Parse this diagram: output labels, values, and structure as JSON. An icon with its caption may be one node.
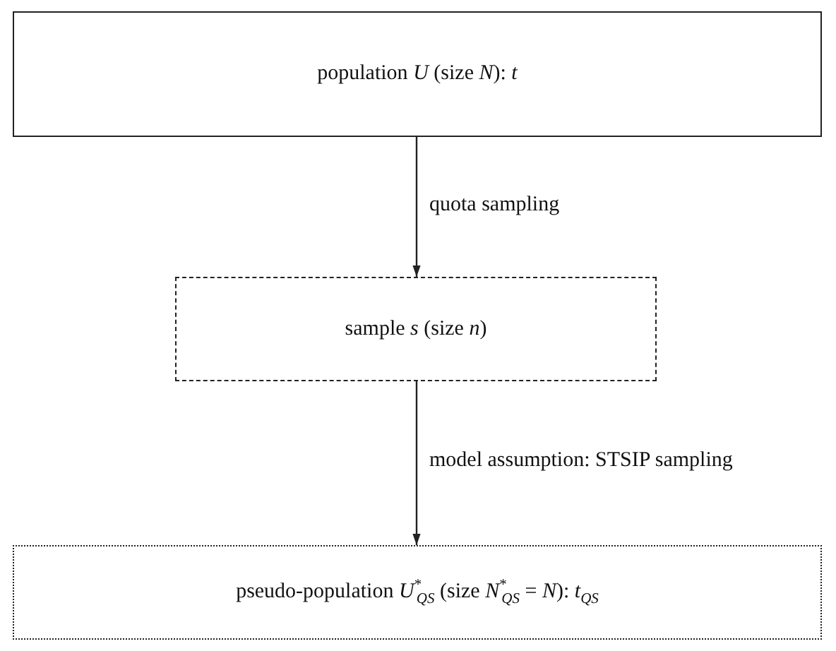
{
  "diagram": {
    "nodes": [
      {
        "text": [
          "population *U* (size *N*): *t*"
        ]
      },
      {
        "text": [
          "sample *s* (size *n*)"
        ]
      },
      {
        "text": [
          "pseudo-population *U*$^{*}$$_{QS}$ (size *N*$^{*}$$_{QS}$ = *N*): *t*$_{QS}$"
        ]
      }
    ],
    "edges": [
      {
        "from": 0,
        "to": 1,
        "arrow": "to",
        "label": "quota sampling"
      },
      {
        "from": 1,
        "to": 2,
        "arrow": "to",
        "label": "model assumption: STSIP sampling"
      }
    ]
  }
}
